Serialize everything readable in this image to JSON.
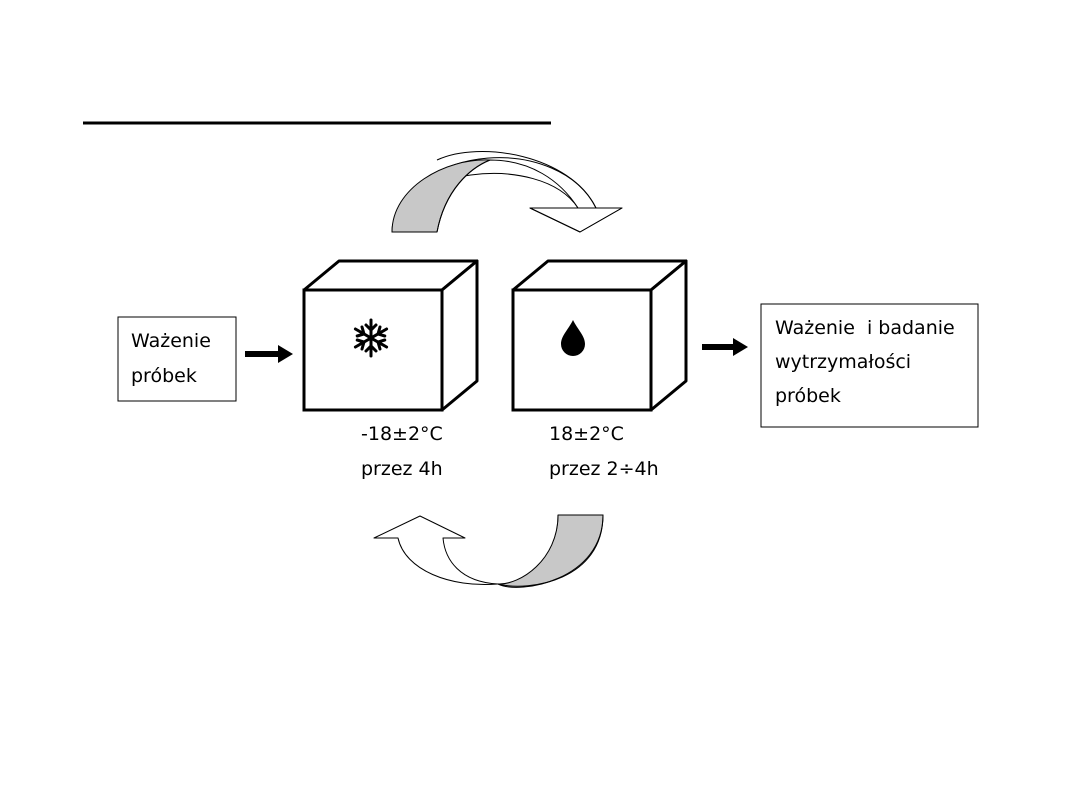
{
  "start_box": {
    "lines": [
      "Ważenie",
      "próbek"
    ]
  },
  "end_box": {
    "lines": [
      "Ważenie  i badanie",
      "wytrzymałości",
      "próbek"
    ]
  },
  "freeze_chamber": {
    "icon": "snowflake-icon",
    "temperature": "-18±2°C",
    "duration": "przez 4h"
  },
  "thaw_chamber": {
    "icon": "water-drop-icon",
    "temperature": "18±2°C",
    "duration": "przez 2÷4h"
  },
  "colors": {
    "line": "#000000",
    "arrow_fill": "#c8c8c8",
    "background": "#ffffff"
  }
}
